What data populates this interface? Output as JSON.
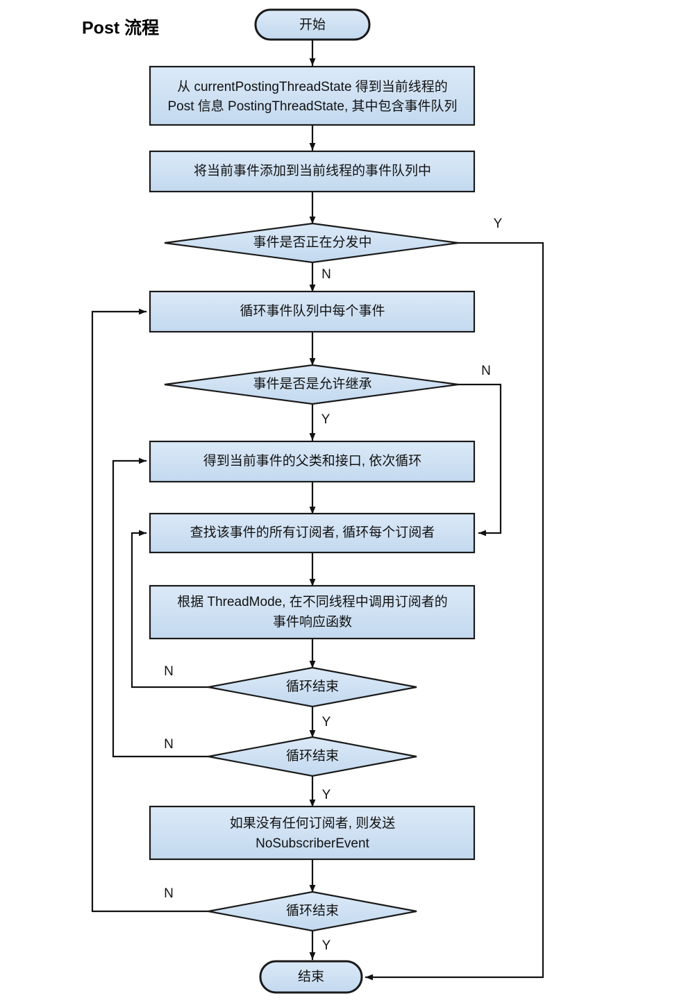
{
  "diagram": {
    "title": "Post 流程",
    "type": "flowchart",
    "palette": {
      "node_fill_top": "#d6e5f5",
      "node_fill_bottom": "#c5daf0",
      "node_stroke": "#1a1a1a",
      "edge_stroke": "#111111",
      "background": "#ffffff",
      "text": "#111111"
    },
    "nodes": [
      {
        "id": "start",
        "shape": "terminator",
        "label": "开始"
      },
      {
        "id": "get-state",
        "shape": "process",
        "label": "从 currentPostingThreadState 得到当前线程的\nPost 信息 PostingThreadState, 其中包含事件队列"
      },
      {
        "id": "enqueue",
        "shape": "process",
        "label": "将当前事件添加到当前线程的事件队列中"
      },
      {
        "id": "posting",
        "shape": "decision",
        "label": "事件是否正在分发中"
      },
      {
        "id": "loop-events",
        "shape": "process",
        "label": "循环事件队列中每个事件"
      },
      {
        "id": "inherit",
        "shape": "decision",
        "label": "事件是否是允许继承"
      },
      {
        "id": "supertypes",
        "shape": "process",
        "label": "得到当前事件的父类和接口, 依次循环"
      },
      {
        "id": "find-subs",
        "shape": "process",
        "label": "查找该事件的所有订阅者, 循环每个订阅者"
      },
      {
        "id": "invoke",
        "shape": "process",
        "label": "根据 ThreadMode, 在不同线程中调用订阅者的\n事件响应函数"
      },
      {
        "id": "loop-end-1",
        "shape": "decision",
        "label": "循环结束"
      },
      {
        "id": "loop-end-2",
        "shape": "decision",
        "label": "循环结束"
      },
      {
        "id": "no-sub",
        "shape": "process",
        "label": "如果没有任何订阅者, 则发送\nNoSubscriberEvent"
      },
      {
        "id": "loop-end-3",
        "shape": "decision",
        "label": "循环结束"
      },
      {
        "id": "end",
        "shape": "terminator",
        "label": "结束"
      }
    ],
    "node_text": {
      "start": "开始",
      "get_state_line1": "从 currentPostingThreadState 得到当前线程的",
      "get_state_line2": "Post 信息 PostingThreadState, 其中包含事件队列",
      "enqueue": "将当前事件添加到当前线程的事件队列中",
      "posting": "事件是否正在分发中",
      "loop_events": "循环事件队列中每个事件",
      "inherit": "事件是否是允许继承",
      "supertypes": "得到当前事件的父类和接口, 依次循环",
      "find_subs": "查找该事件的所有订阅者, 循环每个订阅者",
      "invoke_line1": "根据 ThreadMode, 在不同线程中调用订阅者的",
      "invoke_line2": "事件响应函数",
      "loop_end_1": "循环结束",
      "loop_end_2": "循环结束",
      "no_sub_line1": "如果没有任何订阅者, 则发送",
      "no_sub_line2": "NoSubscriberEvent",
      "loop_end_3": "循环结束",
      "end": "结束"
    },
    "edge_labels": {
      "posting_yes": "Y",
      "posting_no": "N",
      "inherit_no": "N",
      "inherit_yes": "Y",
      "loop_end_1_no": "N",
      "loop_end_1_yes": "Y",
      "loop_end_2_no": "N",
      "loop_end_2_yes": "Y",
      "loop_end_3_no": "N",
      "loop_end_3_yes": "Y"
    },
    "edges": [
      {
        "from": "start",
        "to": "get-state",
        "label": ""
      },
      {
        "from": "get-state",
        "to": "enqueue",
        "label": ""
      },
      {
        "from": "enqueue",
        "to": "posting",
        "label": ""
      },
      {
        "from": "posting",
        "to": "end",
        "label": "Y"
      },
      {
        "from": "posting",
        "to": "loop-events",
        "label": "N"
      },
      {
        "from": "loop-events",
        "to": "inherit",
        "label": ""
      },
      {
        "from": "inherit",
        "to": "find-subs",
        "label": "N"
      },
      {
        "from": "inherit",
        "to": "supertypes",
        "label": "Y"
      },
      {
        "from": "supertypes",
        "to": "find-subs",
        "label": ""
      },
      {
        "from": "find-subs",
        "to": "invoke",
        "label": ""
      },
      {
        "from": "invoke",
        "to": "loop-end-1",
        "label": ""
      },
      {
        "from": "loop-end-1",
        "to": "find-subs",
        "label": "N"
      },
      {
        "from": "loop-end-1",
        "to": "loop-end-2",
        "label": "Y"
      },
      {
        "from": "loop-end-2",
        "to": "supertypes",
        "label": "N"
      },
      {
        "from": "loop-end-2",
        "to": "no-sub",
        "label": "Y"
      },
      {
        "from": "no-sub",
        "to": "loop-end-3",
        "label": ""
      },
      {
        "from": "loop-end-3",
        "to": "loop-events",
        "label": "N"
      },
      {
        "from": "loop-end-3",
        "to": "end",
        "label": "Y"
      }
    ]
  }
}
